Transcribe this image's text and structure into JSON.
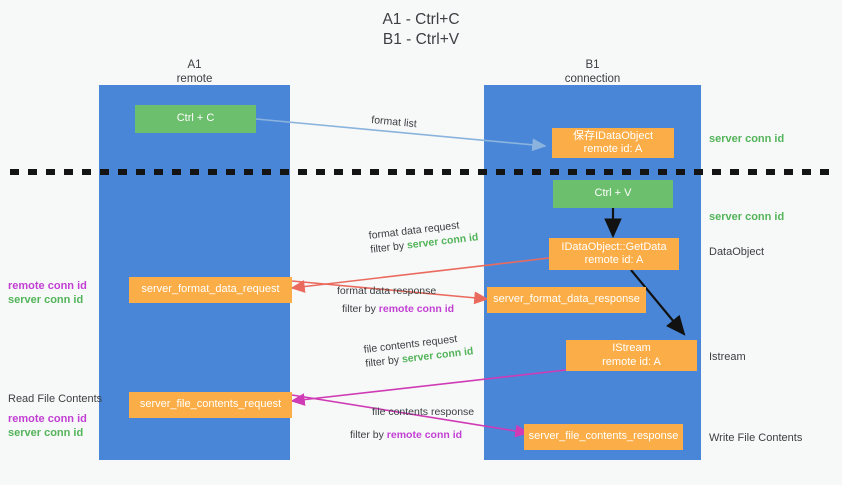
{
  "title": "A1 - Ctrl+C\nB1 - Ctrl+V",
  "columns": [
    {
      "name": "a1",
      "header": "A1\nremote"
    },
    {
      "name": "b1",
      "header": "B1\nconnection"
    }
  ],
  "boxes": {
    "ctrl_c": "Ctrl + C",
    "ctrl_v": "Ctrl + V",
    "save_idataobject": "保存IDataObject\nremote id: A",
    "idataobject_getdata": "IDataObject::GetData\nremote id: A",
    "istream": "IStream\nremote id: A",
    "server_format_data_request": "server_format_data_request",
    "server_format_data_response": "server_format_data_response",
    "server_file_contents_request": "server_file_contents_request",
    "server_file_contents_response": "server_file_contents_response"
  },
  "right_labels": {
    "server_conn_id_top": "server conn id",
    "server_conn_id_mid": "server conn id",
    "dataobject": "DataObject",
    "istream": "Istream",
    "write_file_contents": "Write File Contents"
  },
  "left_labels": {
    "remote_conn_id_1": "remote conn id",
    "server_conn_id_1": "server conn id",
    "read_file_contents": "Read File Contents",
    "remote_conn_id_2": "remote conn id",
    "server_conn_id_2": "server conn id"
  },
  "edges": [
    {
      "name": "format-list",
      "text": "format list"
    },
    {
      "name": "format-data-request",
      "line1": "format data request",
      "line2_prefix": "filter by ",
      "line2_value": "server conn id",
      "value_kind": "server"
    },
    {
      "name": "format-data-response",
      "line1": "format data response",
      "line2_prefix": "filter by ",
      "line2_value": "remote conn id",
      "value_kind": "remote"
    },
    {
      "name": "file-contents-request",
      "line1": "file contents request",
      "line2_prefix": "filter by ",
      "line2_value": "server conn id",
      "value_kind": "server"
    },
    {
      "name": "file-contents-response",
      "line1": "file contents response",
      "line2_prefix": "filter by ",
      "line2_value": "remote conn id",
      "value_kind": "remote"
    }
  ],
  "colors": {
    "background": "#f7f8f8",
    "column": "#4a86d8",
    "green_box": "#6cbf6c",
    "orange_box": "#fbae47",
    "server_conn_id": "#53b45a",
    "remote_conn_id": "#c23fd4",
    "arrow_format_list": "#8ab4dd",
    "arrow_format_data": "#ea6b5e",
    "arrow_file_contents": "#cf3bb5",
    "arrow_black": "#111111",
    "divider": "#141414"
  }
}
